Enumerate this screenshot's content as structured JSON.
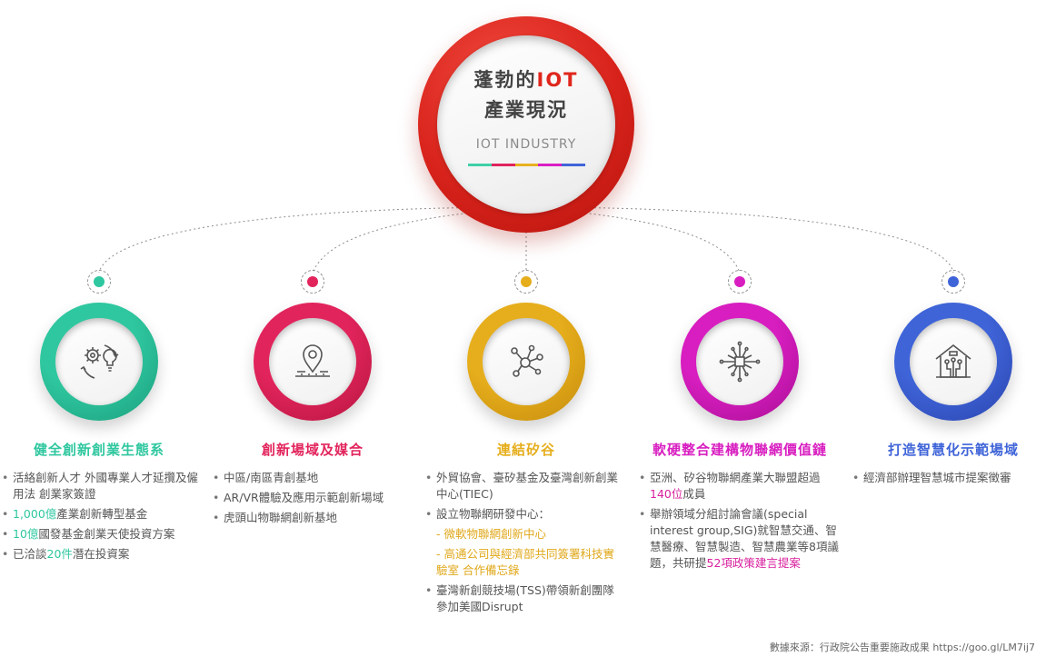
{
  "hub": {
    "title_prefix": "蓬勃的",
    "title_accent": "IOT",
    "title_line2": "產業現況",
    "subtitle_en": "IOT INDUSTRY",
    "bar_colors": [
      "#3fd0a8",
      "#e0245e",
      "#e8b21f",
      "#d91ec3",
      "#3f63d8"
    ]
  },
  "categories": [
    {
      "title": "健全創新創業生態系",
      "color": "#2fc79f",
      "color_dark": "#1a9e7c",
      "icon": "gear-lightbulb-cycle-icon",
      "items": [
        {
          "text": "活絡創新人才 外國專業人才延攬及僱用法 創業家簽證"
        },
        {
          "hl": "1,000億",
          "text": "產業創新轉型基金"
        },
        {
          "hl": "10億",
          "text": "國發基金創業天使投資方案"
        },
        {
          "pre": "已洽談",
          "hl": "20件",
          "text": "潛在投資案"
        }
      ]
    },
    {
      "title": "創新場域及媒合",
      "color": "#e2245c",
      "color_dark": "#b5163f",
      "icon": "location-pin-icon",
      "items": [
        {
          "text": "中區/南區青創基地"
        },
        {
          "text": "AR/VR體驗及應用示範創新場域"
        },
        {
          "text": "虎頭山物聯網創新基地"
        }
      ]
    },
    {
      "title": "連結矽谷",
      "color": "#e6ae1c",
      "color_dark": "#c48a0c",
      "icon": "network-nodes-icon",
      "items": [
        {
          "text": "外貿協會、臺矽基金及臺灣創新創業中心(TIEC)"
        },
        {
          "text": "設立物聯網研發中心："
        },
        {
          "sub": "- 微軟物聯網創新中心"
        },
        {
          "sub": "- 高通公司與經濟部共同簽署科技實驗室 合作備忘錄"
        },
        {
          "text": "臺灣新創競技場(TSS)帶領新創團隊參加美國Disrupt"
        }
      ]
    },
    {
      "title": "軟硬整合建構物聯網價值鏈",
      "color": "#d81ec0",
      "color_dark": "#a70e93",
      "icon": "circuit-chip-icon",
      "items": [
        {
          "text": "亞洲、矽谷物聯網產業大聯盟超過",
          "hl": "140位",
          "post": "成員"
        },
        {
          "text": "舉辦領域分組討論會議(special interest group,SIG)就智慧交通、智慧醫療、智慧製造、智慧農業等8項議題，共研提",
          "hl": "52項政策建言提案"
        }
      ]
    },
    {
      "title": "打造智慧化示範場域",
      "color": "#3f64d8",
      "color_dark": "#2a44ae",
      "icon": "smart-house-icon",
      "items": [
        {
          "text": "經濟部辦理智慧城市提案徵審"
        }
      ]
    }
  ],
  "source": "數據來源：行政院公告重要施政成果 https://goo.gl/LM7ij7"
}
